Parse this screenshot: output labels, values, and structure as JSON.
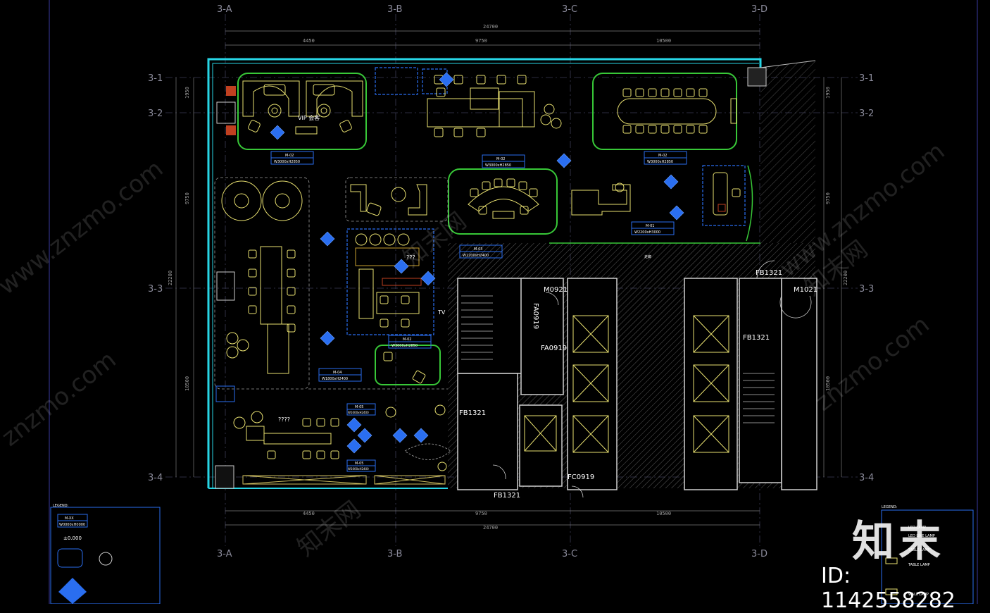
{
  "axes": {
    "columns": [
      "3-A",
      "3-B",
      "3-C",
      "3-D"
    ],
    "rows": [
      "3-1",
      "3-2",
      "3-3",
      "3-4"
    ]
  },
  "dimensions": {
    "top_total": "24700",
    "top_segments": [
      "4450",
      "9750",
      "10500"
    ],
    "bottom_total": "24700",
    "bottom_segments": [
      "4450",
      "9750",
      "10500"
    ],
    "left_segments": [
      "1950",
      "9750",
      "10500"
    ],
    "left_total": "22200",
    "right_segments": [
      "1950",
      "9750",
      "10500"
    ],
    "right_total": "22200"
  },
  "rooms": {
    "vip": "VIP 会客",
    "corridor": "走廊",
    "tv": "TV",
    "unknown_a": "???",
    "unknown_b": "????"
  },
  "doors": {
    "fb1321_top": "FB1321",
    "m0921": "M0921",
    "m1021": "M1021",
    "fa0919_v": "FA0919",
    "fa0919_h": "FA0919",
    "fb1321_right": "FB1321",
    "fb1321_left": "FB1321",
    "fc0919": "FC0919",
    "fb1321_bottom": "FB1321"
  },
  "door_tags": [
    {
      "code": "M-02",
      "size": "W3000xH2850"
    },
    {
      "code": "M-02",
      "size": "W3000xH2850"
    },
    {
      "code": "M-02",
      "size": "W3000xH2850"
    },
    {
      "code": "M-01",
      "size": "W2200xH3000"
    },
    {
      "code": "M-03",
      "size": "W1200xH2400"
    },
    {
      "code": "M-02",
      "size": "W3000xH2850"
    },
    {
      "code": "M-04",
      "size": "W1800xH2400"
    },
    {
      "code": "M-05",
      "size": "W1000xH2400"
    },
    {
      "code": "M-05",
      "size": "W1000xH2400"
    }
  ],
  "legend_left": {
    "title": "LEGEND:",
    "tag_code": "M-XX",
    "tag_size": "W0000xH0000",
    "level": "±0.000"
  },
  "legend_right": {
    "title": "LEGEND:",
    "items": [
      "LED LAMP",
      "LED LINE LAMP",
      "TABLE LAMP",
      "TABLE LAMP",
      "WALL LAMP"
    ]
  },
  "watermark": {
    "site": "www.znzmo.com",
    "short": "znzmo.com",
    "cn": "知末网",
    "logo": "知末",
    "id": "ID: 1142558282"
  },
  "colors": {
    "wall_cyan": "#27d6e6",
    "furniture_yellow": "#e8e070",
    "room_green": "#38c838",
    "tag_blue": "#2a6ef0",
    "grid_gray": "#8a8a9a",
    "core_white": "#cfcfcf"
  }
}
